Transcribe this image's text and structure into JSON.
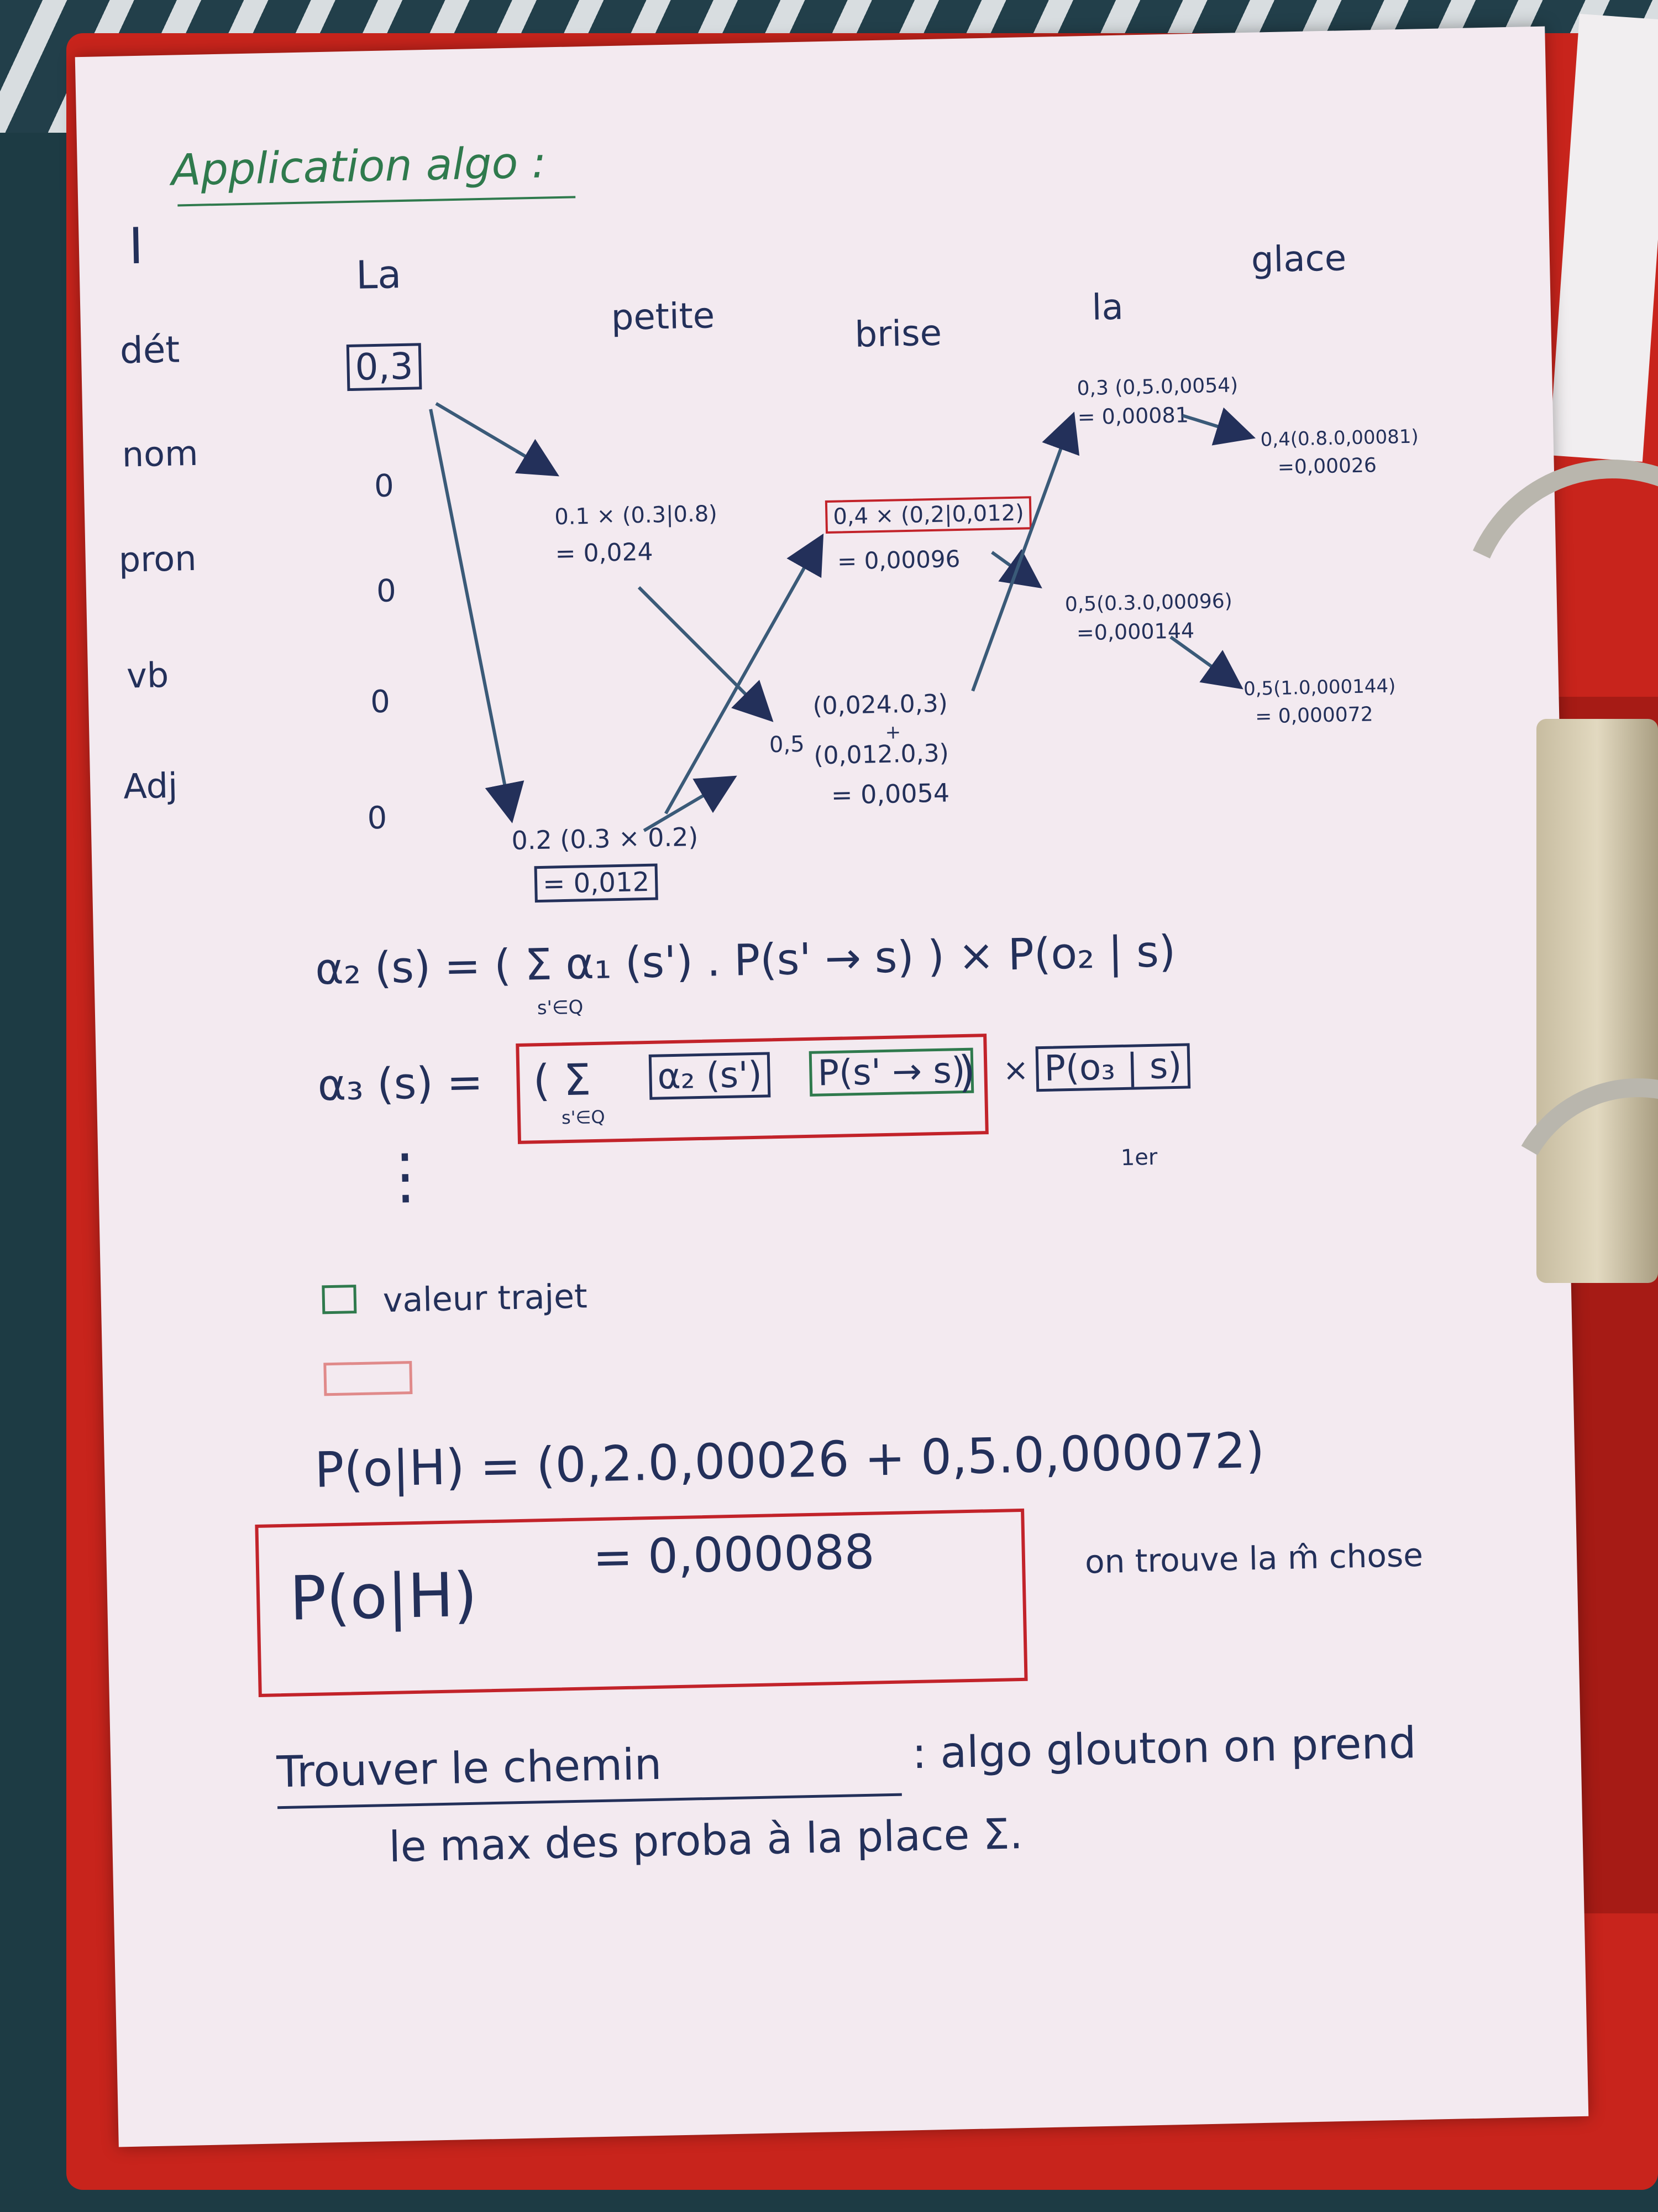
{
  "title": "Application algo :",
  "section": "I",
  "words": [
    "La",
    "petite",
    "brise",
    "la",
    "glace"
  ],
  "tags": [
    "dét",
    "nom",
    "pron",
    "vb",
    "Adj"
  ],
  "col1": {
    "value": "0,3",
    "zeros": [
      "0",
      "0",
      "0",
      "0"
    ]
  },
  "col2": {
    "top_line1": "0.1 × (0.3|0.8)",
    "top_line2": "= 0,024",
    "bottom_line1": "0.2 (0.3 × 0.2)",
    "bottom_line2": "= 0,012"
  },
  "col3": {
    "top_line1": "0,4 × (0,2|0,012)",
    "top_line2": "= 0,00096",
    "mid_prefix": "0,5",
    "mid_line1": "(0,024.0,3)",
    "mid_plus": "+",
    "mid_line2": "(0,012.0,3)",
    "mid_line3": "= 0,0054"
  },
  "col4": {
    "top_line1": "0,3 (0,5.0,0054)",
    "top_line2": "= 0,00081",
    "mid_line1": "0,5(0.3.0,00096)",
    "mid_line2": "=0,000144"
  },
  "col5": {
    "top_line1": "0,4(0.8.0,00081)",
    "top_line2": "=0,00026",
    "bottom_line1": "0,5(1.0,000144)",
    "bottom_line2": "= 0,000072"
  },
  "formula1": "α₂ (s) = ( Σ α₁ (s') . P(s' → s) ) × P(o₂ | s)",
  "formula1_sub": "s'∈Q",
  "formula2_lhs": "α₃ (s) =",
  "formula2_sum": "( Σ",
  "formula2_sub": "s'∈Q",
  "formula2_a": "α₂ (s')",
  "formula2_b": "P(s' → s)",
  "formula2_close": ")",
  "formula2_times": "×",
  "formula2_c": "P(o₃ | s)",
  "formula2_note": "1er",
  "dots": "⋮",
  "legend": "valeur trajet",
  "result_line1": "P(o|H) = (0,2.0,00026 + 0,5.0,000072)",
  "result_line2_lhs": "P(o|H)",
  "result_line2_rhs": "= 0,000088",
  "result_note": "on trouve la m̂ chose",
  "path_title": "Trouver le chemin",
  "path_text1": ": algo glouton on prend",
  "path_text2": "le max des proba à la place Σ."
}
